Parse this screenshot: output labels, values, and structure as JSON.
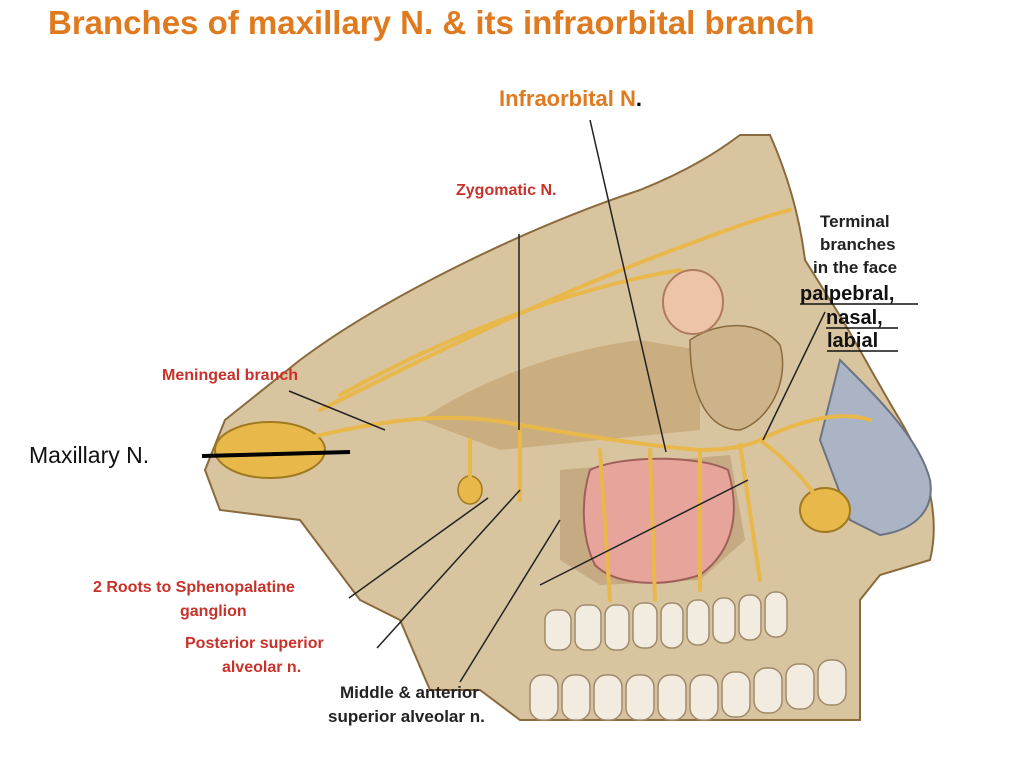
{
  "title": "Branches of maxillary N. & its  infraorbital branch",
  "labels": {
    "infraorbital": "Infraorbital N",
    "infraorbital_dot": ".",
    "maxillary": "Maxillary  N.",
    "zygomatic": "Zygomatic N.",
    "meningeal": "Meningeal branch",
    "terminal_1": "Terminal",
    "terminal_2": "branches",
    "terminal_3": "in the face",
    "palpebral": "palpebral,",
    "nasal": "nasal,",
    "labial": "labial",
    "roots_1": "2 Roots to Sphenopalatine",
    "roots_2": "ganglion",
    "psa_1": "Posterior superior",
    "psa_2": "alveolar n.",
    "masa_1": "Middle & anterior",
    "masa_2": "superior alveolar n."
  },
  "colors": {
    "title": "#e07a1f",
    "label_red": "#c8322a",
    "nerve": "#e8b84a",
    "bone": "#d8c6a4",
    "sinus": "#e8a8a0"
  }
}
